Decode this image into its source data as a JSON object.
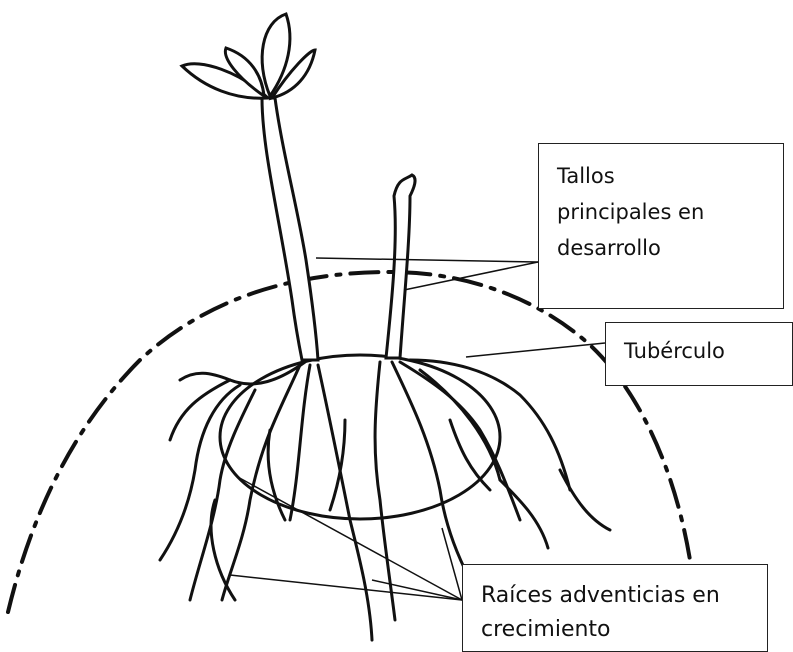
{
  "labels": {
    "tallos": [
      "Tallos",
      "principales en",
      "desarrollo"
    ],
    "tuberculo": "Tubérculo",
    "raices": [
      "Raíces adventicias en",
      "crecimiento"
    ]
  },
  "colors": {
    "ink": "#111111",
    "background": "#ffffff"
  }
}
